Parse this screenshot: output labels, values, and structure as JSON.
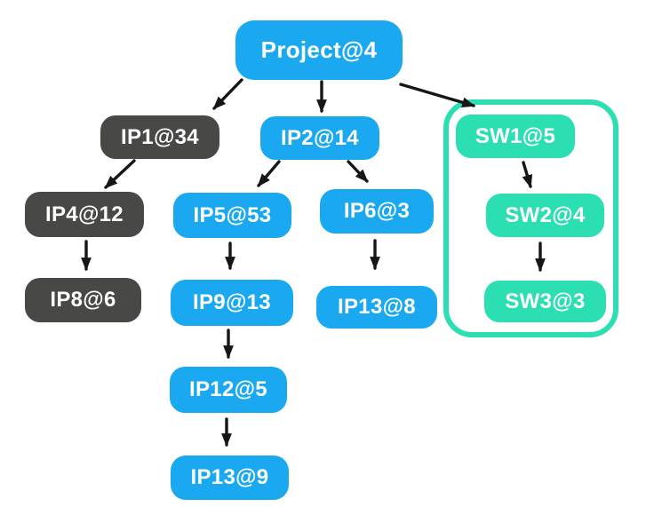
{
  "diagram": {
    "description": "Dependency tree of IP and SW blocks with version tags",
    "colors": {
      "node_blue": "#1AA9F1",
      "node_dark": "#484846",
      "node_teal": "#2CDFB3",
      "group_border": "#2CDFB3",
      "arrow": "#161616",
      "text": "#ffffff",
      "background": "#ffffff"
    },
    "nodes": [
      {
        "id": "project",
        "label": "Project@4",
        "color": "blue"
      },
      {
        "id": "ip1",
        "label": "IP1@34",
        "color": "dark"
      },
      {
        "id": "ip2",
        "label": "IP2@14",
        "color": "blue"
      },
      {
        "id": "sw1",
        "label": "SW1@5",
        "color": "teal"
      },
      {
        "id": "ip4",
        "label": "IP4@12",
        "color": "dark"
      },
      {
        "id": "ip5",
        "label": "IP5@53",
        "color": "blue"
      },
      {
        "id": "ip6",
        "label": "IP6@3",
        "color": "blue"
      },
      {
        "id": "sw2",
        "label": "SW2@4",
        "color": "teal"
      },
      {
        "id": "ip8",
        "label": "IP8@6",
        "color": "dark"
      },
      {
        "id": "ip9",
        "label": "IP9@13",
        "color": "blue"
      },
      {
        "id": "ip13_mid",
        "label": "IP13@8",
        "color": "blue"
      },
      {
        "id": "sw3",
        "label": "SW3@3",
        "color": "teal"
      },
      {
        "id": "ip12",
        "label": "IP12@5",
        "color": "blue"
      },
      {
        "id": "ip13_bottom",
        "label": "IP13@9",
        "color": "blue"
      }
    ],
    "edges": [
      {
        "from": "project",
        "to": "ip1"
      },
      {
        "from": "project",
        "to": "ip2"
      },
      {
        "from": "project",
        "to": "sw1"
      },
      {
        "from": "ip1",
        "to": "ip4"
      },
      {
        "from": "ip4",
        "to": "ip8"
      },
      {
        "from": "ip2",
        "to": "ip5"
      },
      {
        "from": "ip2",
        "to": "ip6"
      },
      {
        "from": "ip5",
        "to": "ip9"
      },
      {
        "from": "ip9",
        "to": "ip12"
      },
      {
        "from": "ip12",
        "to": "ip13_bottom"
      },
      {
        "from": "ip6",
        "to": "ip13_mid"
      },
      {
        "from": "sw1",
        "to": "sw2"
      },
      {
        "from": "sw2",
        "to": "sw3"
      }
    ],
    "group": {
      "members": [
        "sw1",
        "sw2",
        "sw3"
      ]
    }
  }
}
